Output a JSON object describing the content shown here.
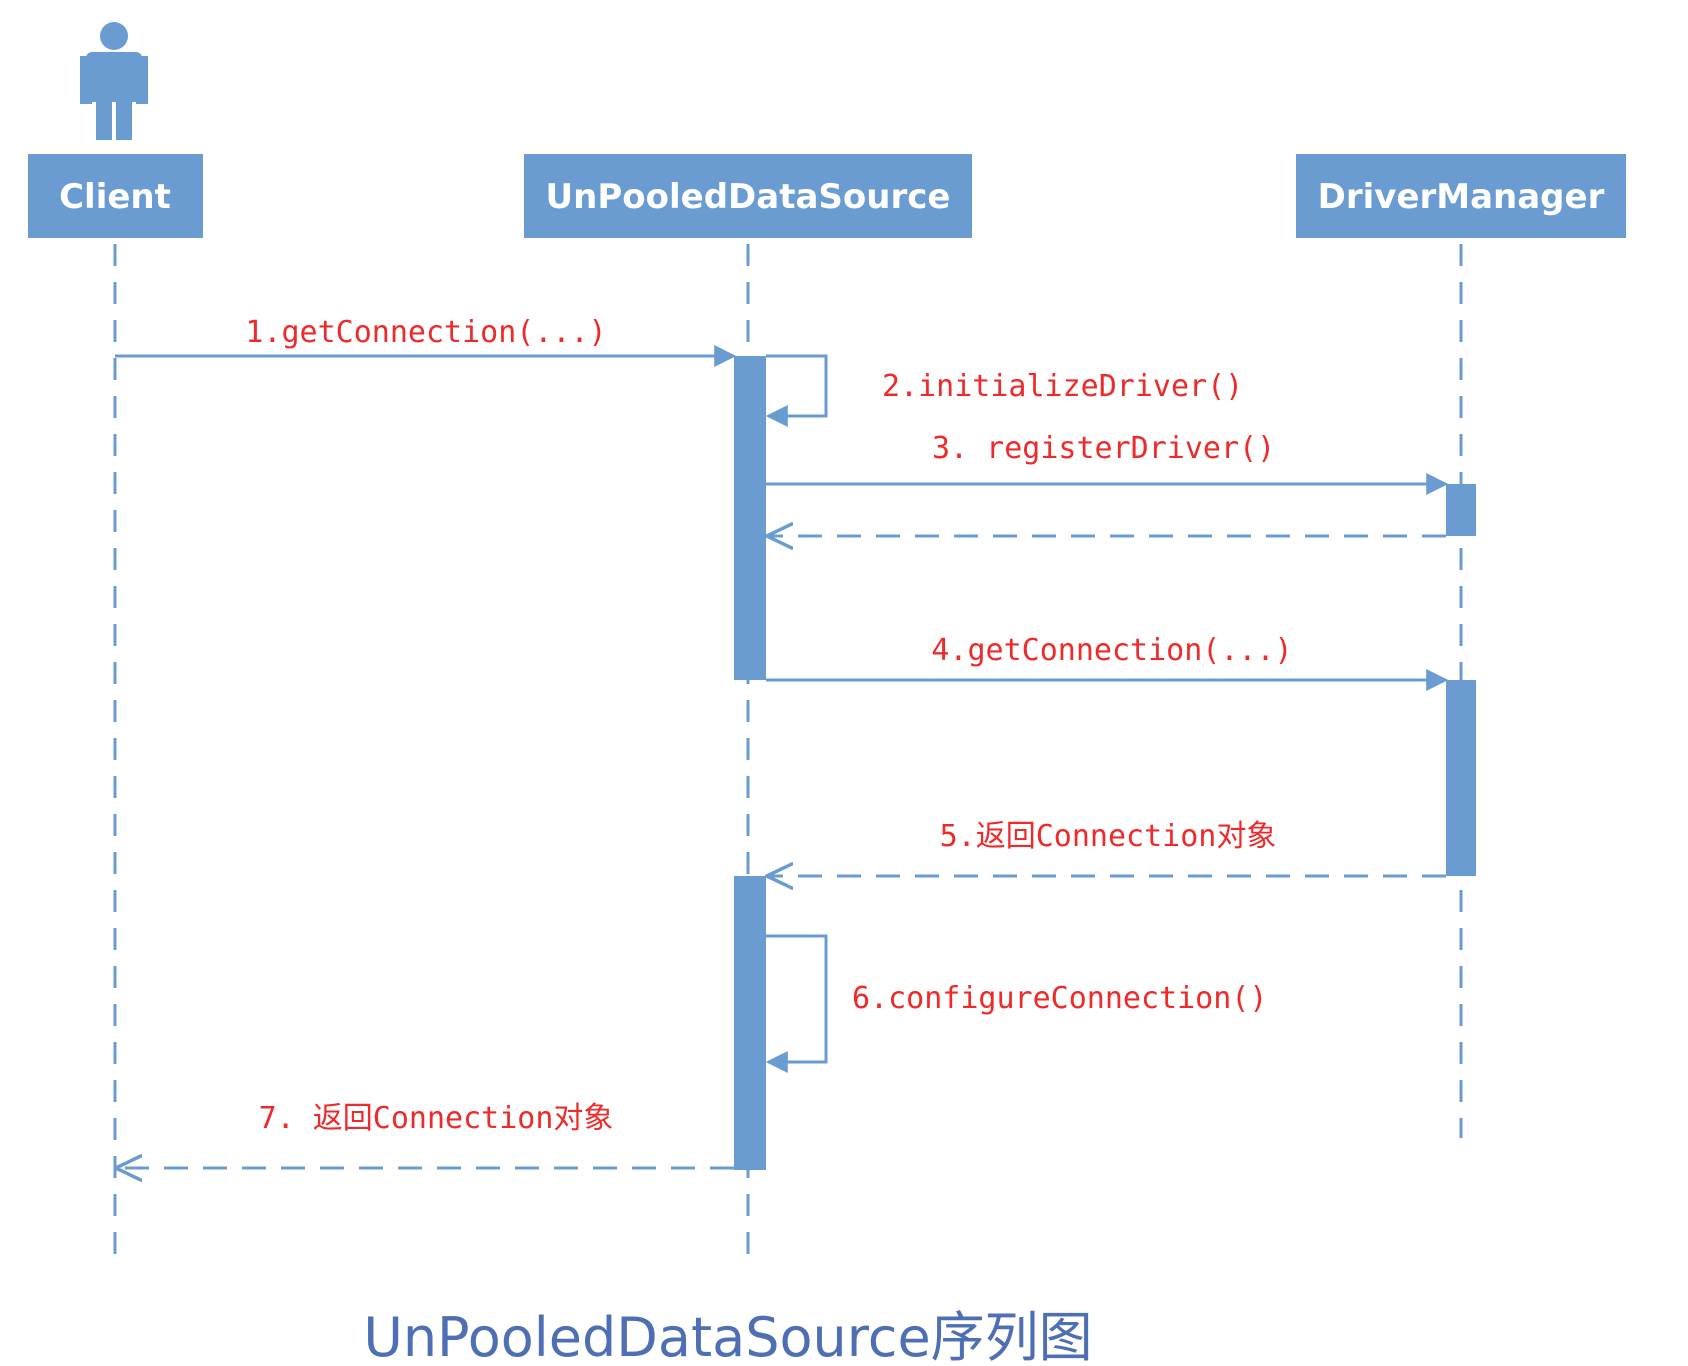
{
  "colors": {
    "lifeline": "#6a9bd1",
    "message_label": "#ee2a2a",
    "title": "#4f6fb4"
  },
  "actor": {
    "icon": "person-icon"
  },
  "participants": {
    "client": "Client",
    "datasource": "UnPooledDataSource",
    "driver_manager": "DriverManager"
  },
  "messages": {
    "m1": "1.getConnection(...)",
    "m2": "2.initializeDriver()",
    "m3": "3. registerDriver()",
    "m4": "4.getConnection(...)",
    "m5": "5.返回Connection对象",
    "m6": "6.configureConnection()",
    "m7": "7. 返回Connection对象"
  },
  "title": "UnPooledDataSource序列图"
}
